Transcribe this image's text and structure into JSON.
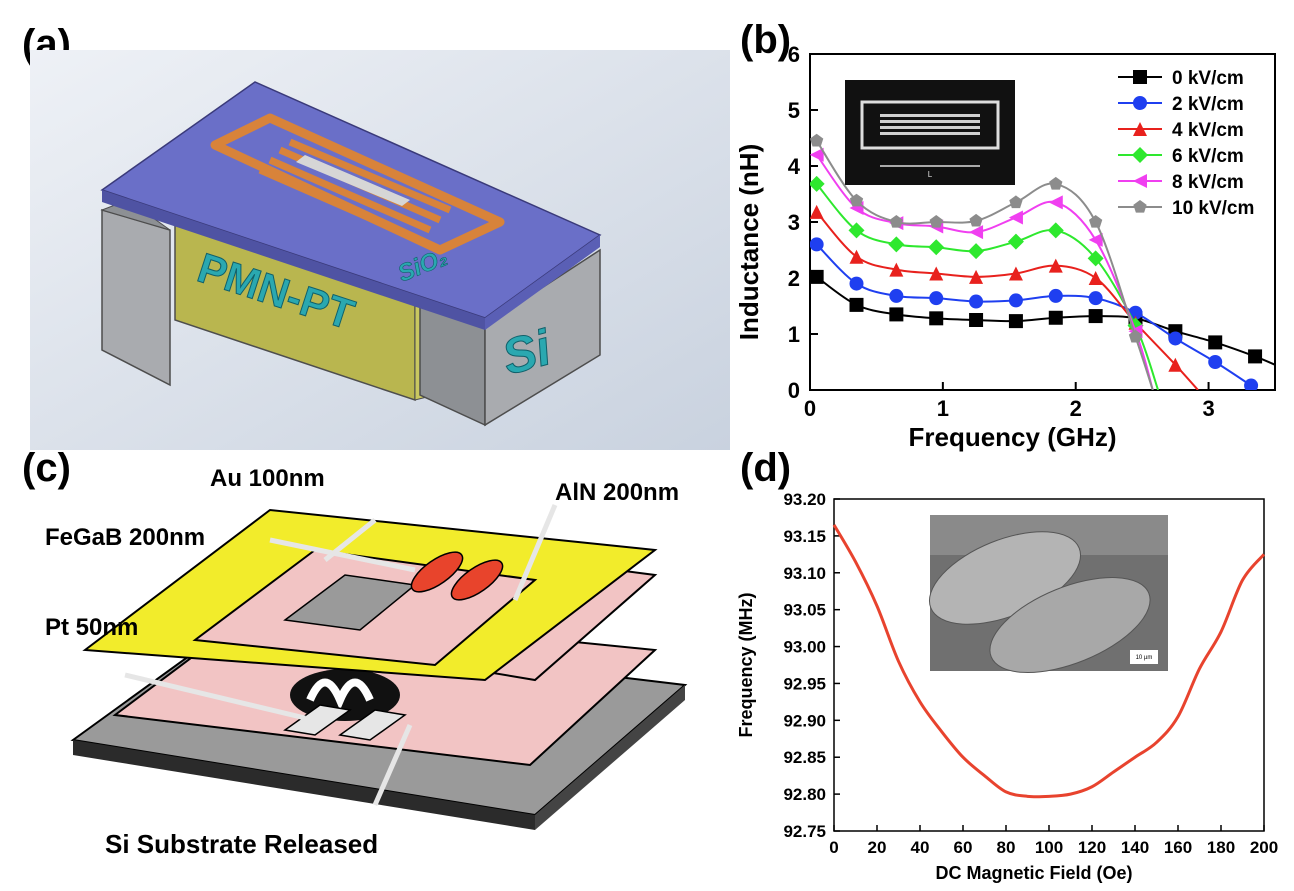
{
  "panel_labels": {
    "a": "(a)",
    "b": "(b)",
    "c": "(c)",
    "d": "(d)"
  },
  "panel_a": {
    "labels": {
      "pmnpt": "PMN-PT",
      "sio2": "SiO₂",
      "si": "Si"
    },
    "colors": {
      "top": "#6a6fc8",
      "si": "#a9abaf",
      "pmnpt": "#b9b64f",
      "electrode": "#d8833a",
      "text": "#2aa8b0"
    }
  },
  "panel_c": {
    "labels": {
      "au": "Au 100nm",
      "aln": "AlN 200nm",
      "fegab": "FeGaB 200nm",
      "pt": "Pt 50nm",
      "si": "Si Substrate Released"
    },
    "colors": {
      "au": "#f2ec2b",
      "aln": "#f2c4c4",
      "fegab": "#e8442c",
      "substrate": "#9a9a9a"
    }
  },
  "chart_data": [
    {
      "type": "line",
      "panel": "b",
      "xlabel": "Frequency (GHz)",
      "ylabel": "Inductance (nH)",
      "xlim": [
        0,
        3.5
      ],
      "ylim": [
        0,
        6
      ],
      "xticks": [
        "0",
        "1",
        "2",
        "3"
      ],
      "yticks": [
        "0",
        "1",
        "2",
        "3",
        "4",
        "5",
        "6"
      ],
      "legend_position": "top-right",
      "series": [
        {
          "name": "0 kV/cm",
          "color": "#000000",
          "marker": "square",
          "x": [
            0.05,
            0.35,
            0.65,
            0.95,
            1.25,
            1.55,
            1.85,
            2.15,
            2.45,
            2.75,
            3.05,
            3.35,
            3.5
          ],
          "y": [
            2.02,
            1.52,
            1.35,
            1.28,
            1.25,
            1.23,
            1.29,
            1.32,
            1.28,
            1.05,
            0.85,
            0.6,
            0.45
          ]
        },
        {
          "name": "2 kV/cm",
          "color": "#1f3ff0",
          "marker": "circle",
          "x": [
            0.05,
            0.35,
            0.65,
            0.95,
            1.25,
            1.55,
            1.85,
            2.15,
            2.45,
            2.75,
            3.05,
            3.32
          ],
          "y": [
            2.6,
            1.9,
            1.68,
            1.64,
            1.58,
            1.6,
            1.68,
            1.64,
            1.38,
            0.92,
            0.5,
            0.08
          ]
        },
        {
          "name": "4 kV/cm",
          "color": "#e8211d",
          "marker": "triangle",
          "x": [
            0.05,
            0.35,
            0.65,
            0.95,
            1.25,
            1.55,
            1.85,
            2.15,
            2.45,
            2.75,
            2.92
          ],
          "y": [
            3.18,
            2.38,
            2.15,
            2.08,
            2.02,
            2.08,
            2.22,
            2.0,
            1.2,
            0.45,
            0.0
          ]
        },
        {
          "name": "6 kV/cm",
          "color": "#2ee82e",
          "marker": "diamond",
          "x": [
            0.05,
            0.35,
            0.65,
            0.95,
            1.25,
            1.55,
            1.85,
            2.15,
            2.45,
            2.62
          ],
          "y": [
            3.68,
            2.85,
            2.6,
            2.55,
            2.48,
            2.65,
            2.85,
            2.35,
            1.15,
            0.0
          ]
        },
        {
          "name": "8 kV/cm",
          "color": "#f03ff0",
          "marker": "triangle-left",
          "x": [
            0.05,
            0.35,
            0.65,
            0.95,
            1.25,
            1.55,
            1.85,
            2.15,
            2.45,
            2.58
          ],
          "y": [
            4.2,
            3.25,
            2.98,
            2.92,
            2.82,
            3.08,
            3.35,
            2.68,
            1.05,
            0.0
          ]
        },
        {
          "name": "10 kV/cm",
          "color": "#8c8c8c",
          "marker": "pentagon",
          "x": [
            0.05,
            0.35,
            0.65,
            0.95,
            1.25,
            1.55,
            1.85,
            2.15,
            2.45,
            2.58
          ],
          "y": [
            4.45,
            3.38,
            3.0,
            3.0,
            3.02,
            3.35,
            3.68,
            3.0,
            0.95,
            0.0
          ]
        }
      ]
    },
    {
      "type": "line",
      "panel": "d",
      "xlabel": "DC Magnetic Field (Oe)",
      "ylabel": "Frequency (MHz)",
      "xlim": [
        0,
        200
      ],
      "ylim": [
        92.75,
        93.2
      ],
      "xticks": [
        "0",
        "20",
        "40",
        "60",
        "80",
        "100",
        "120",
        "140",
        "160",
        "180",
        "200"
      ],
      "yticks": [
        "92.75",
        "92.80",
        "92.85",
        "92.90",
        "92.95",
        "93.00",
        "93.05",
        "93.10",
        "93.15",
        "93.20"
      ],
      "series": [
        {
          "color": "#e8432e",
          "x": [
            0,
            10,
            20,
            30,
            40,
            50,
            60,
            70,
            80,
            90,
            100,
            110,
            120,
            130,
            140,
            150,
            160,
            170,
            180,
            190,
            200
          ],
          "y": [
            93.165,
            93.115,
            93.055,
            92.98,
            92.925,
            92.885,
            92.85,
            92.825,
            92.803,
            92.797,
            92.797,
            92.8,
            92.81,
            92.83,
            92.85,
            92.87,
            92.905,
            92.97,
            93.02,
            93.09,
            93.125
          ]
        }
      ]
    }
  ],
  "inset_b": {
    "scale_text": "L"
  },
  "inset_d": {
    "scale_text": "10 µm"
  }
}
